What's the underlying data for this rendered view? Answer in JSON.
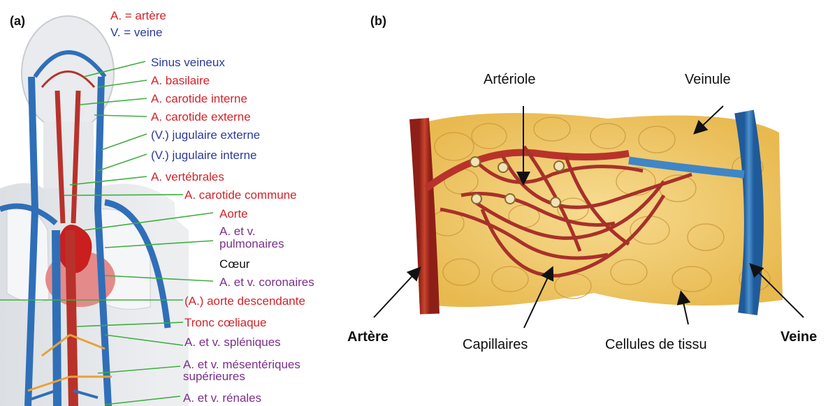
{
  "panel_a": {
    "tag": "(a)",
    "legend": {
      "artery": "A. = artère",
      "vein": "V. = veine"
    },
    "labels": [
      {
        "id": "sinus",
        "text": "Sinus veineux",
        "color": "blue"
      },
      {
        "id": "basilaire",
        "text": "A. basilaire",
        "color": "red"
      },
      {
        "id": "carotide-interne",
        "text": "A. carotide interne",
        "color": "red"
      },
      {
        "id": "carotide-externe",
        "text": "A. carotide externe",
        "color": "red"
      },
      {
        "id": "jugulaire-externe",
        "text": "(V.) jugulaire externe",
        "color": "blue"
      },
      {
        "id": "jugulaire-interne",
        "text": "(V.) jugulaire interne",
        "color": "blue"
      },
      {
        "id": "vertebrales",
        "text": "A. vertébrales",
        "color": "red"
      },
      {
        "id": "carotide-commune",
        "text": "A. carotide commune",
        "color": "red"
      },
      {
        "id": "aorte",
        "text": "Aorte",
        "color": "red"
      },
      {
        "id": "pulmonaires-1",
        "text": "A. et v.",
        "color": "purple"
      },
      {
        "id": "pulmonaires-2",
        "text": "pulmonaires",
        "color": "purple"
      },
      {
        "id": "coeur",
        "text": "Cœur",
        "color": "black"
      },
      {
        "id": "coronaires",
        "text": "A. et v. coronaires",
        "color": "purple"
      },
      {
        "id": "aorte-descendante",
        "text": "(A.) aorte descendante",
        "color": "red"
      },
      {
        "id": "tronc",
        "text": "Tronc cœliaque",
        "color": "red"
      },
      {
        "id": "spleniques",
        "text": "A. et v. spléniques",
        "color": "purple"
      },
      {
        "id": "mesenteriques-1",
        "text": "A. et v. mésentériques",
        "color": "purple"
      },
      {
        "id": "mesenteriques-2",
        "text": "supérieures",
        "color": "purple"
      },
      {
        "id": "renales",
        "text": "A. et v. rénales",
        "color": "purple"
      }
    ]
  },
  "panel_b": {
    "tag": "(b)",
    "labels": {
      "arteriole": "Artériole",
      "veinule": "Veinule",
      "artere": "Artère",
      "capillaires": "Capillaires",
      "cellules": "Cellules de tissu",
      "veine": "Veine"
    }
  },
  "colors": {
    "artery": "#b8322b",
    "vein": "#2f6fb8",
    "tissue": "#eec56a",
    "leader": "#3fae3f"
  }
}
